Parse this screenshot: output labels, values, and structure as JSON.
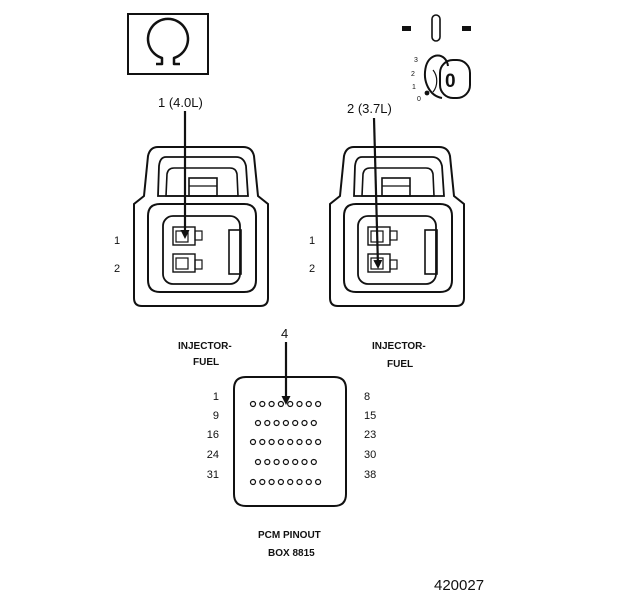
{
  "callouts": {
    "connector_1": "1 (4.0L)",
    "connector_2": "2 (3.7L)",
    "pcm_pin": "4"
  },
  "ignition_switch": {
    "positions": [
      "3",
      "2",
      "1",
      "0"
    ],
    "key_label": "0"
  },
  "left_connector": {
    "pins": [
      "1",
      "2"
    ],
    "title_line1": "INJECTOR-",
    "title_line2": "FUEL"
  },
  "right_connector": {
    "pins": [
      "1",
      "2"
    ],
    "title_line1": "INJECTOR-",
    "title_line2": "FUEL"
  },
  "pcm": {
    "row_labels_left": [
      "1",
      "9",
      "16",
      "24",
      "31"
    ],
    "row_labels_right": [
      "8",
      "15",
      "23",
      "30",
      "38"
    ],
    "row_pin_counts": [
      8,
      7,
      8,
      7,
      8
    ],
    "title_line1": "PCM PINOUT",
    "title_line2": "BOX 8815"
  },
  "figure_id": "420027",
  "icons": [
    "ohmmeter-symbol-icon",
    "ignition-key-icon",
    "electrical-connector-icon",
    "pcm-connector-icon"
  ]
}
